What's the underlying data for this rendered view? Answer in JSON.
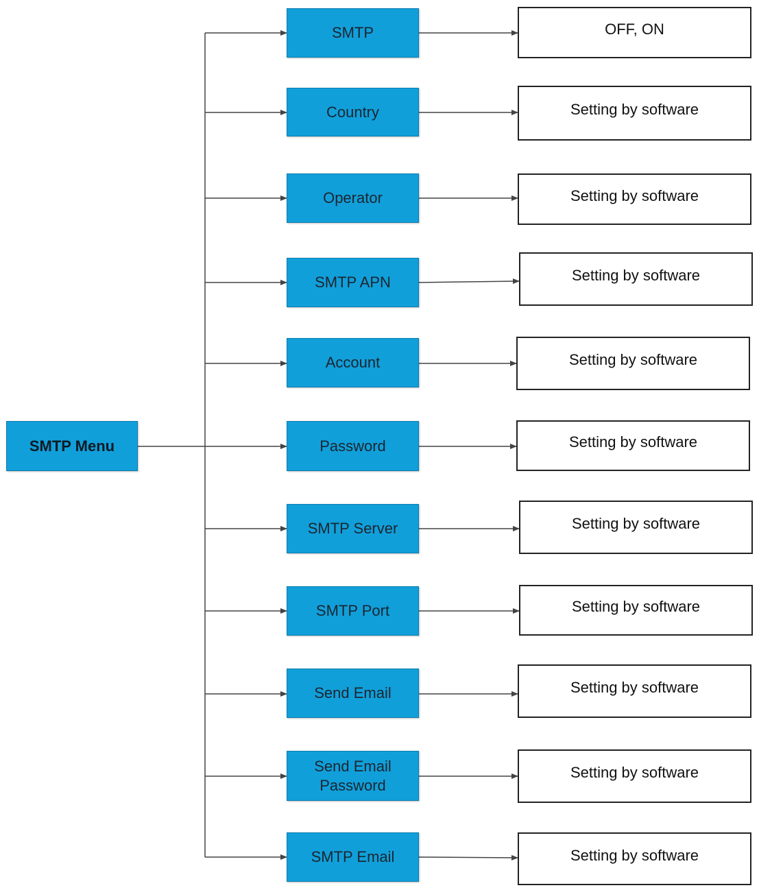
{
  "root": {
    "label": "SMTP Menu"
  },
  "items": [
    {
      "label": "SMTP",
      "value": "OFF, ON"
    },
    {
      "label": "Country",
      "value": "Setting by software"
    },
    {
      "label": "Operator",
      "value": "Setting by software"
    },
    {
      "label": "SMTP APN",
      "value": "Setting by software"
    },
    {
      "label": "Account",
      "value": "Setting by software"
    },
    {
      "label": "Password",
      "value": "Setting by software"
    },
    {
      "label": "SMTP Server",
      "value": "Setting by software"
    },
    {
      "label": "SMTP Port",
      "value": "Setting by software"
    },
    {
      "label": "Send Email",
      "value": "Setting by software"
    },
    {
      "label": "Send Email Password",
      "value": "Setting by software"
    },
    {
      "label": "SMTP Email",
      "value": "Setting by software"
    }
  ],
  "colors": {
    "menu_box_fill": "#119fda",
    "value_box_border": "#222222",
    "connector": "#444444"
  }
}
